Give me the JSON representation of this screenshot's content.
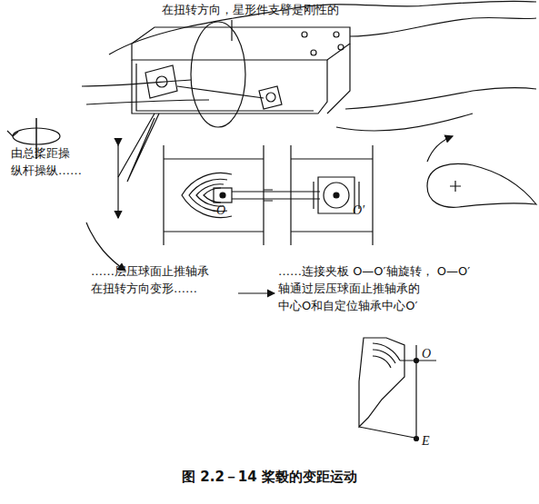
{
  "diagram": {
    "caption": "图 2.2－14   桨毂的变距运动",
    "labels": [
      "在扭转方向，星形件支臂是刚性的",
      "由总桨距操 纵杆操纵……",
      "O",
      "O′",
      "……层压球面止推轴承 在扭转方向变形……",
      "……连接夹板 O—O′轴旋转， O—O′轴通过层压球面止推轴承的 中心O和自定位轴承中心O′",
      "O",
      "E"
    ]
  }
}
